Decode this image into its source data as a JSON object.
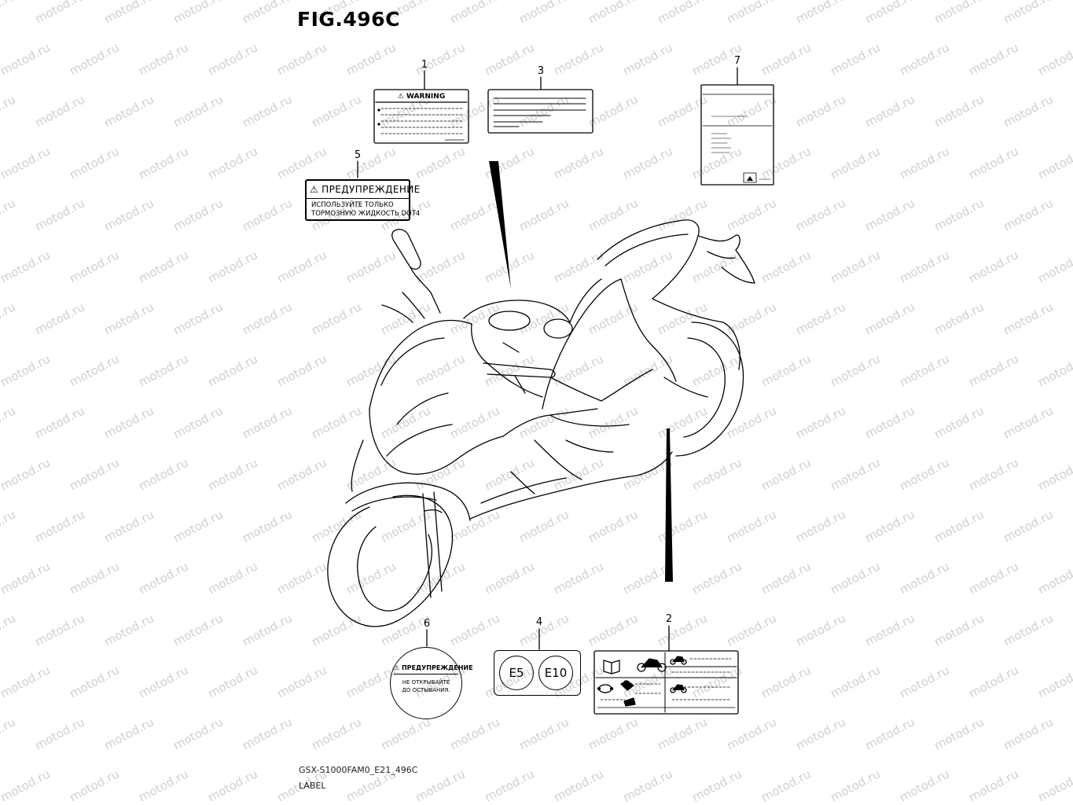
{
  "figure": {
    "title": "FIG.496C",
    "code": "GSX-S1000FAM0_E21_496C",
    "caption": "LABEL"
  },
  "watermark": "motod.ru",
  "callouts": [
    "1",
    "2",
    "3",
    "4",
    "5",
    "6",
    "7"
  ],
  "labels": {
    "warning_label": {
      "header": "⚠ WARNING"
    },
    "brake_fluid_label": {
      "header": "ПРЕДУПРЕЖДЕНИЕ",
      "lines": [
        "ИСПОЛЬЗУЙТЕ ТОЛЬКО",
        "ТОРМОЗНУЮ ЖИДКОСТЬ DOT4"
      ]
    },
    "radiator_cap_label": {
      "header": "ПРЕДУПРЕЖДЕНИЕ",
      "lines": [
        "НЕ ОТКРЫВАЙТЕ",
        "ДО ОСТЫВАНИЯ."
      ]
    },
    "fuel_label": {
      "items": [
        "E5",
        "E10"
      ]
    }
  },
  "colors": {
    "ink": "#000000",
    "watermark": "#cfcfcf",
    "background": "#ffffff"
  }
}
